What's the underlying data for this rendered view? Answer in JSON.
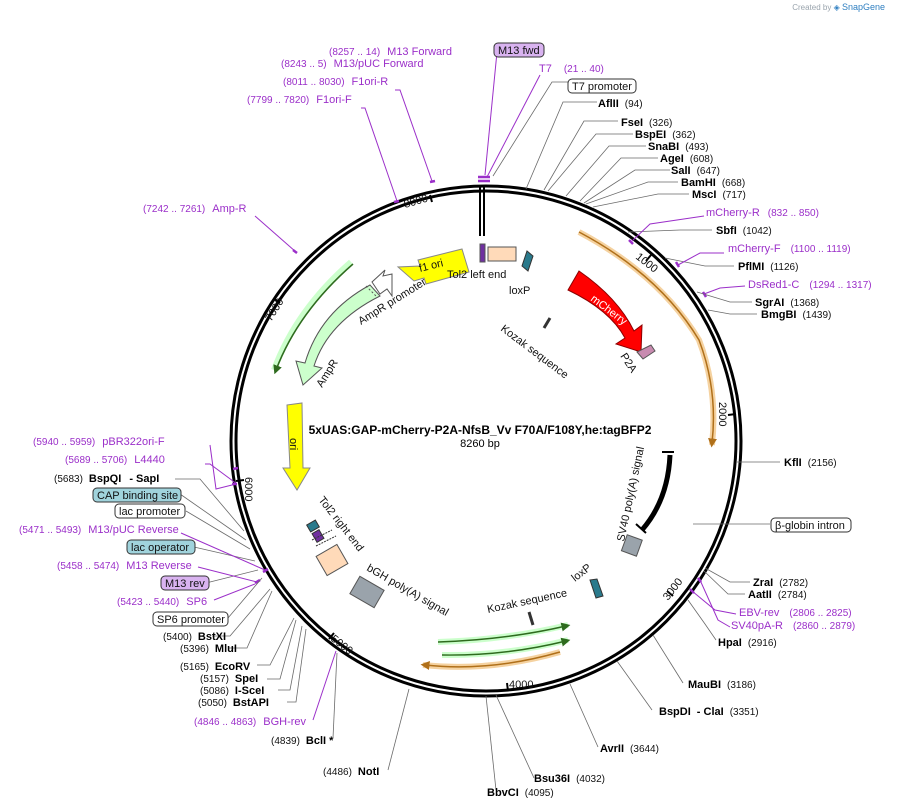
{
  "header": {
    "created_by": "Created by",
    "brand": "SnapGene"
  },
  "plasmid": {
    "name": "5xUAS:GAP-mCherry-P2A-NfsB_Vv F70A/F108Y,he:tagBFP2",
    "length": "8260 bp"
  },
  "colors": {
    "primer": "#9b2fc9",
    "mcherry": "#ff0000",
    "ori": "#ffff00",
    "ampr": "#ccffcc",
    "f1ori": "#ffff00",
    "orange_arrow": "#e8a33a",
    "green_arrow": "#4d9a2a",
    "teal_box": "#a0d3dc"
  },
  "ticks": [
    "1000",
    "2000",
    "3000",
    "4000",
    "5000",
    "6000",
    "7000",
    "8000"
  ],
  "left_labels": [
    {
      "pos": "(5683)",
      "name": "BspQI",
      "extra": "- SapI"
    },
    {
      "pos": "(5400)",
      "name": "BstXI"
    },
    {
      "pos": "(5396)",
      "name": "MluI"
    },
    {
      "pos": "(5165)",
      "name": "EcoRV"
    },
    {
      "pos": "(5157)",
      "name": "SpeI"
    },
    {
      "pos": "(5086)",
      "name": "I-SceI"
    },
    {
      "pos": "(5050)",
      "name": "BstAPI"
    },
    {
      "pos": "(4839)",
      "name": "BclI *"
    },
    {
      "pos": "(4486)",
      "name": "NotI"
    }
  ],
  "right_labels": [
    {
      "name": "AflII",
      "pos": "(94)"
    },
    {
      "name": "FseI",
      "pos": "(326)"
    },
    {
      "name": "BspEI",
      "pos": "(362)"
    },
    {
      "name": "SnaBI",
      "pos": "(493)"
    },
    {
      "name": "AgeI",
      "pos": "(608)"
    },
    {
      "name": "SalI",
      "pos": "(647)"
    },
    {
      "name": "BamHI",
      "pos": "(668)"
    },
    {
      "name": "MscI",
      "pos": "(717)"
    },
    {
      "name": "SbfI",
      "pos": "(1042)"
    },
    {
      "name": "PflMI",
      "pos": "(1126)"
    },
    {
      "name": "SgrAI",
      "pos": "(1368)"
    },
    {
      "name": "BmgBI",
      "pos": "(1439)"
    },
    {
      "name": "KflI",
      "pos": "(2156)"
    },
    {
      "name": "ZraI",
      "pos": "(2782)"
    },
    {
      "name": "AatII",
      "pos": "(2784)"
    },
    {
      "name": "HpaI",
      "pos": "(2916)"
    },
    {
      "name": "MauBI",
      "pos": "(3186)"
    },
    {
      "name": "BspDI",
      "extra": "- ClaI",
      "pos": "(3351)"
    },
    {
      "name": "AvrII",
      "pos": "(3644)"
    },
    {
      "name": "Bsu36I",
      "pos": "(4032)"
    },
    {
      "name": "BbvCI",
      "pos": "(4095)"
    }
  ],
  "primers_left": [
    {
      "range": "(8257 .. 14)",
      "name": "M13 Forward"
    },
    {
      "range": "(8243 .. 5)",
      "name": "M13/pUC Forward"
    },
    {
      "range": "(8011 .. 8030)",
      "name": "F1ori-R"
    },
    {
      "range": "(7799 .. 7820)",
      "name": "F1ori-F"
    },
    {
      "range": "(7242 .. 7261)",
      "name": "Amp-R"
    },
    {
      "range": "(5940 .. 5959)",
      "name": "pBR322ori-F"
    },
    {
      "range": "(5689 .. 5706)",
      "name": "L4440"
    },
    {
      "range": "(5471 .. 5493)",
      "name": "M13/pUC Reverse"
    },
    {
      "range": "(5458 .. 5474)",
      "name": "M13 Reverse"
    },
    {
      "range": "(5423 .. 5440)",
      "name": "SP6"
    },
    {
      "range": "(4846 .. 4863)",
      "name": "BGH-rev"
    }
  ],
  "primers_right": [
    {
      "name": "T7",
      "range": "(21 .. 40)"
    },
    {
      "name": "mCherry-R",
      "range": "(832 .. 850)"
    },
    {
      "name": "mCherry-F",
      "range": "(1100 .. 1119)"
    },
    {
      "name": "DsRed1-C",
      "range": "(1294 .. 1317)"
    },
    {
      "name": "EBV-rev",
      "range": "(2806 .. 2825)"
    },
    {
      "name": "SV40pA-R",
      "range": "(2860 .. 2879)"
    }
  ],
  "boxed": {
    "m13_fwd": "M13 fwd",
    "t7_promoter": "T7 promoter",
    "cap_site": "CAP binding site",
    "lac_promoter": "lac promoter",
    "lac_operator": "lac operator",
    "m13_rev": "M13 rev",
    "sp6_promoter": "SP6 promoter",
    "beta_globin": "β-globin intron"
  },
  "features": {
    "f1_ori": "f1 ori",
    "ampr_promoter": "AmpR promoter",
    "ampr": "AmpR",
    "ori": "ori",
    "tol2_left": "Tol2 left end",
    "loxp_top": "loxP",
    "kozak_top": "Kozak sequence",
    "mcherry": "mCherry",
    "p2a": "P2A",
    "sv40": "SV40 poly(A) signal",
    "tol2_right": "Tol2 right end",
    "bgh": "bGH poly(A) signal",
    "kozak_bottom": "Kozak sequence",
    "loxp_bottom": "loxP"
  }
}
